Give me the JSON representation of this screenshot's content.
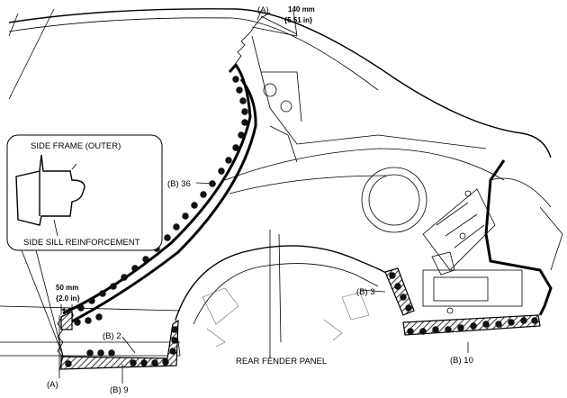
{
  "labels": {
    "a_top": "(A)",
    "dim_top_mm": "140 mm",
    "dim_top_in": "{5.51 in}",
    "b36": "(B) 36",
    "side_frame": "SIDE FRAME (OUTER)",
    "side_sill": "SIDE SILL REINFORCEMENT",
    "dim_left_mm": "50 mm",
    "dim_left_in": "{2.0 in}",
    "b2": "(B) 2",
    "a_bottom": "(A)",
    "b9": "(B) 9",
    "rear_fender": "REAR FENDER PANEL",
    "b3": "(B) 3",
    "b10": "(B) 10"
  },
  "colors": {
    "line": "#000000",
    "background": "#ffffff"
  }
}
